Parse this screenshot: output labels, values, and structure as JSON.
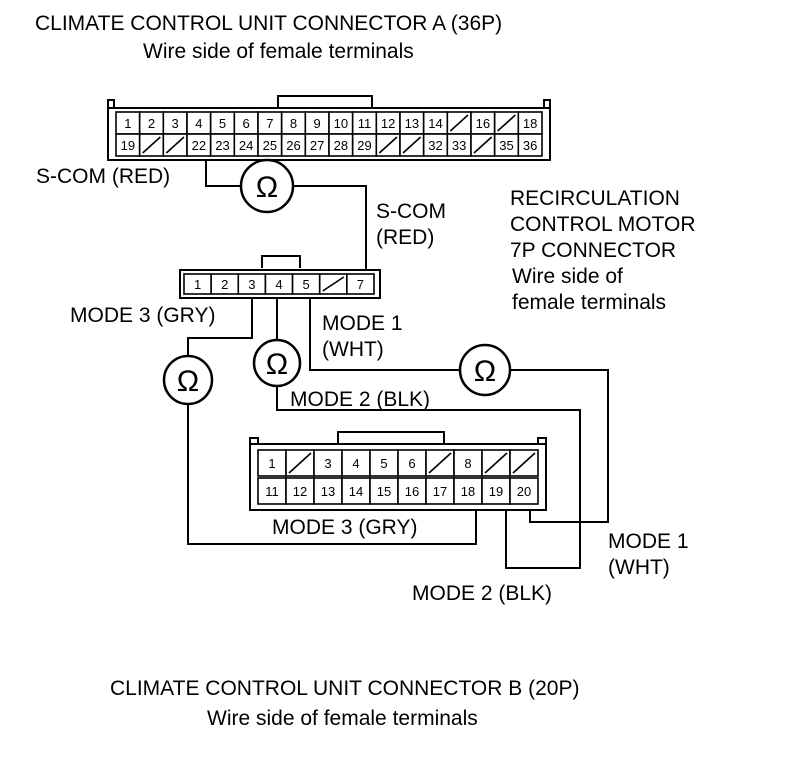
{
  "connector_a": {
    "title": "CLIMATE CONTROL UNIT CONNECTOR A (36P)",
    "subtitle": "Wire side of female terminals",
    "top_row": [
      "1",
      "2",
      "3",
      "4",
      "5",
      "6",
      "7",
      "8",
      "9",
      "10",
      "11",
      "12",
      "13",
      "14",
      "/",
      "16",
      "/",
      "18"
    ],
    "bottom_row": [
      "19",
      "/",
      "/",
      "22",
      "23",
      "24",
      "25",
      "26",
      "27",
      "28",
      "29",
      "/",
      "/",
      "32",
      "33",
      "/",
      "35",
      "36"
    ]
  },
  "motor_connector": {
    "title_lines": [
      "RECIRCULATION",
      "CONTROL MOTOR",
      "7P CONNECTOR"
    ],
    "subtitle_lines": [
      "Wire side of",
      "female terminals"
    ],
    "pins": [
      "1",
      "2",
      "3",
      "4",
      "5",
      "/",
      "7"
    ]
  },
  "connector_b": {
    "title": "CLIMATE CONTROL UNIT CONNECTOR B (20P)",
    "subtitle": "Wire side of female terminals",
    "top_row": [
      "1",
      "/",
      "3",
      "4",
      "5",
      "6",
      "/",
      "8",
      "/",
      "/"
    ],
    "bottom_row": [
      "11",
      "12",
      "13",
      "14",
      "15",
      "16",
      "17",
      "18",
      "19",
      "20"
    ]
  },
  "ohm_symbol": "Ω",
  "wire_labels": {
    "scom_a": "S-COM (RED)",
    "scom_motor_1": "S-COM",
    "scom_motor_2": "(RED)",
    "mode3_motor": "MODE 3 (GRY)",
    "mode1_motor_1": "MODE 1",
    "mode1_motor_2": "(WHT)",
    "mode2_motor": "MODE 2 (BLK)",
    "mode3_b": "MODE 3 (GRY)",
    "mode1_b_1": "MODE 1",
    "mode1_b_2": "(WHT)",
    "mode2_b": "MODE 2 (BLK)"
  }
}
